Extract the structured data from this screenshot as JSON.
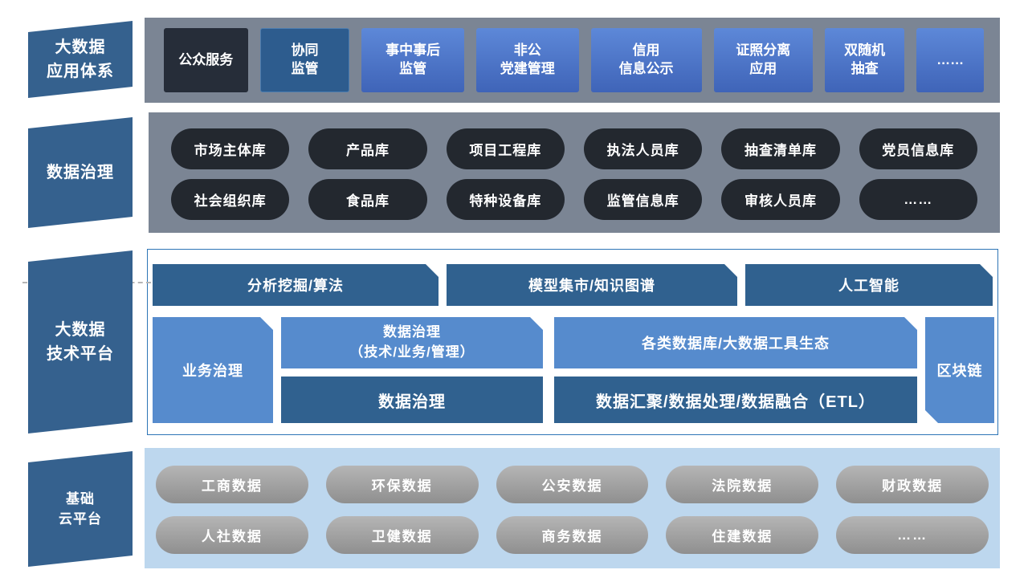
{
  "colors": {
    "band_label": "#35618e",
    "panel_gray": "#7b8594",
    "panel_cloud_blue": "#bdd7ee",
    "platform_border": "#2e75b6",
    "app_button_dark": "#262d39",
    "app_button_steel": "#2d5c8e",
    "app_button_blue_top": "#5d88d8",
    "app_button_blue_bottom": "#3f64b8",
    "db_pill_dark": "#23282f",
    "block_dark_blue": "#30618f",
    "block_light_blue": "#568bcd",
    "data_pill_gray": "#9e9e9e"
  },
  "apps": {
    "label": "大数据\n应用体系",
    "items": [
      "公众服务",
      "协同\n监管",
      "事中事后\n监管",
      "非公\n党建管理",
      "信用\n信息公示",
      "证照分离\n应用",
      "双随机\n抽查",
      "……"
    ]
  },
  "governance": {
    "label": "数据治理",
    "rows": [
      [
        "市场主体库",
        "产品库",
        "项目工程库",
        "执法人员库",
        "抽查清单库",
        "党员信息库"
      ],
      [
        "社会组织库",
        "食品库",
        "特种设备库",
        "监管信息库",
        "审核人员库",
        "……"
      ]
    ]
  },
  "platform": {
    "label": "大数据\n技术平台",
    "top_bars": [
      "分析挖掘/算法",
      "模型集市/知识图谱",
      "人工智能"
    ],
    "left_block": "业务治理",
    "mid_top": [
      "数据治理\n（技术/业务/管理）",
      "各类数据库/大数据工具生态"
    ],
    "mid_bottom": [
      "数据治理",
      "数据汇聚/数据处理/数据融合（ETL）"
    ],
    "right_block": "区块链"
  },
  "cloud": {
    "label": "基础\n云平台",
    "rows": [
      [
        "工商数据",
        "环保数据",
        "公安数据",
        "法院数据",
        "财政数据"
      ],
      [
        "人社数据",
        "卫健数据",
        "商务数据",
        "住建数据",
        "……"
      ]
    ]
  }
}
